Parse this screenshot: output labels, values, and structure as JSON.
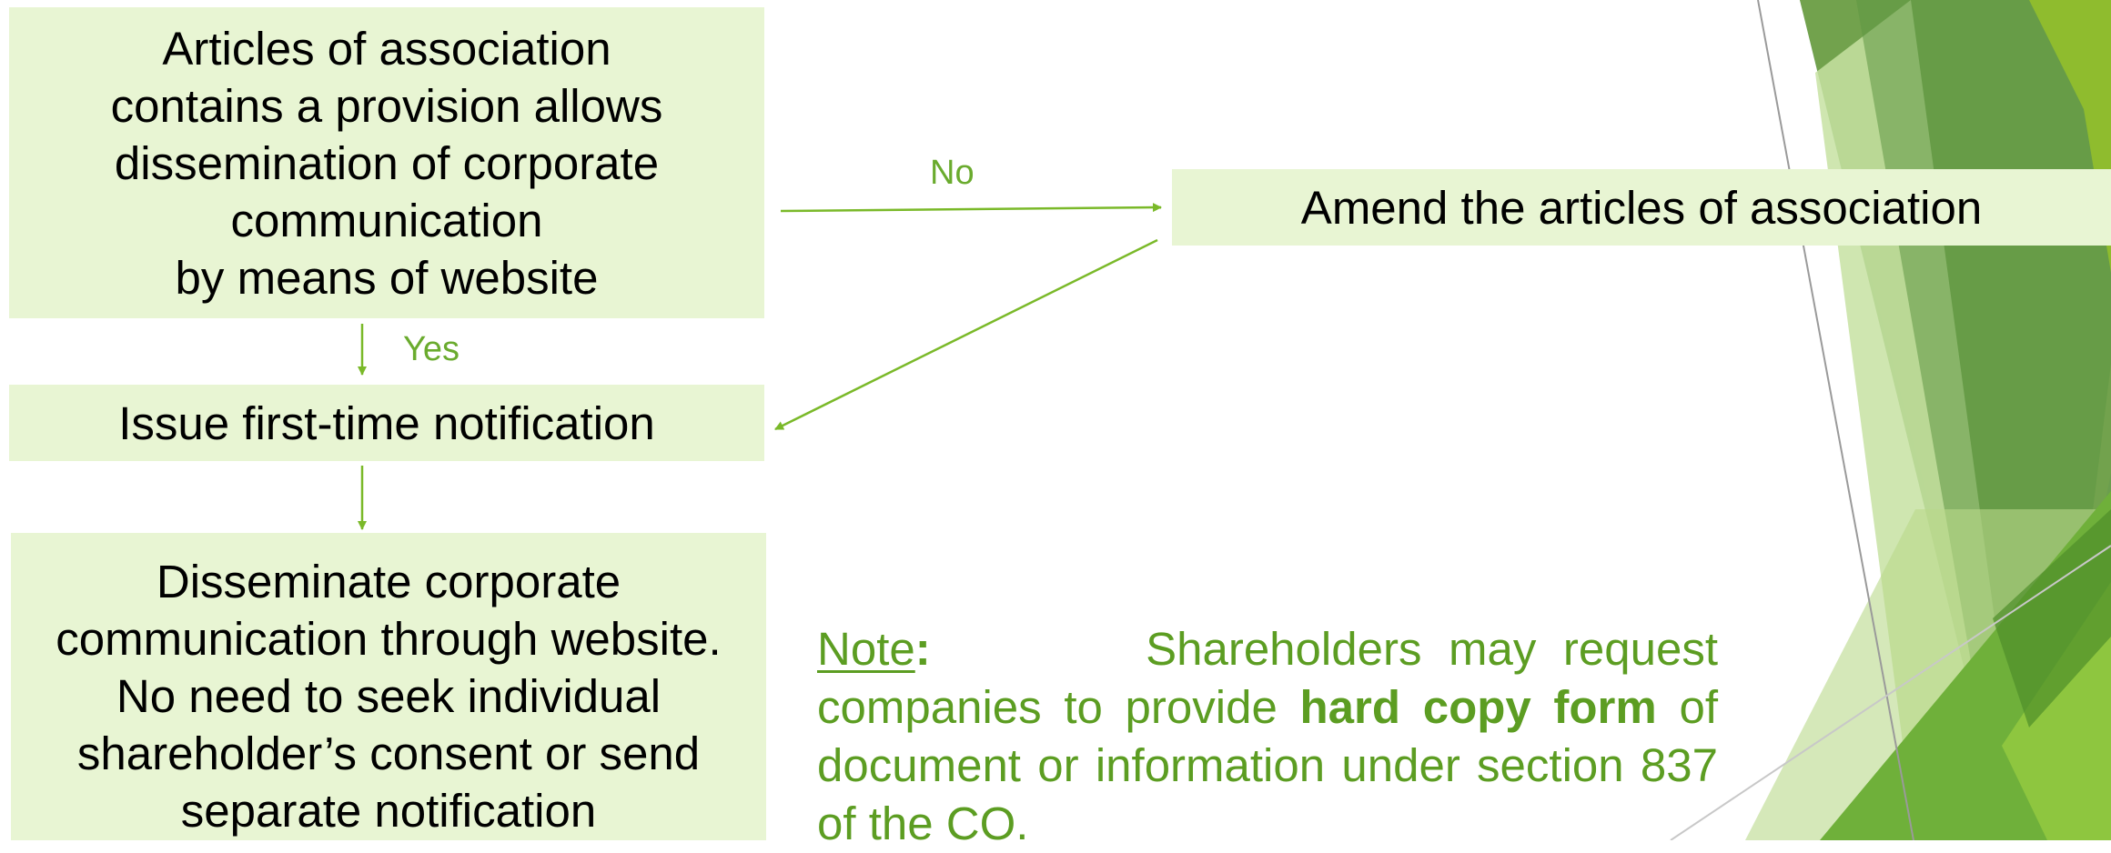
{
  "colors": {
    "box_fill": "#e8f5d3",
    "accent": "#7ab929",
    "note_text": "#5c9d22"
  },
  "flow": {
    "box_articles": "Articles of association\ncontains a provision allows\ndissemination of corporate\ncommunication\nby means of website",
    "box_amend": "Amend the articles of association",
    "box_issue": "Issue first-time notification",
    "box_disseminate": "Disseminate corporate\ncommunication through website.\nNo need to seek individual\nshareholder’s consent or send\nseparate notification",
    "label_no": "No",
    "label_yes": "Yes"
  },
  "note": {
    "heading": "Note",
    "colon": ":",
    "text_before": "Shareholders may request companies to provide",
    "emphasis": "hard copy form",
    "text_after": "of document or information under section 837 of the CO."
  }
}
